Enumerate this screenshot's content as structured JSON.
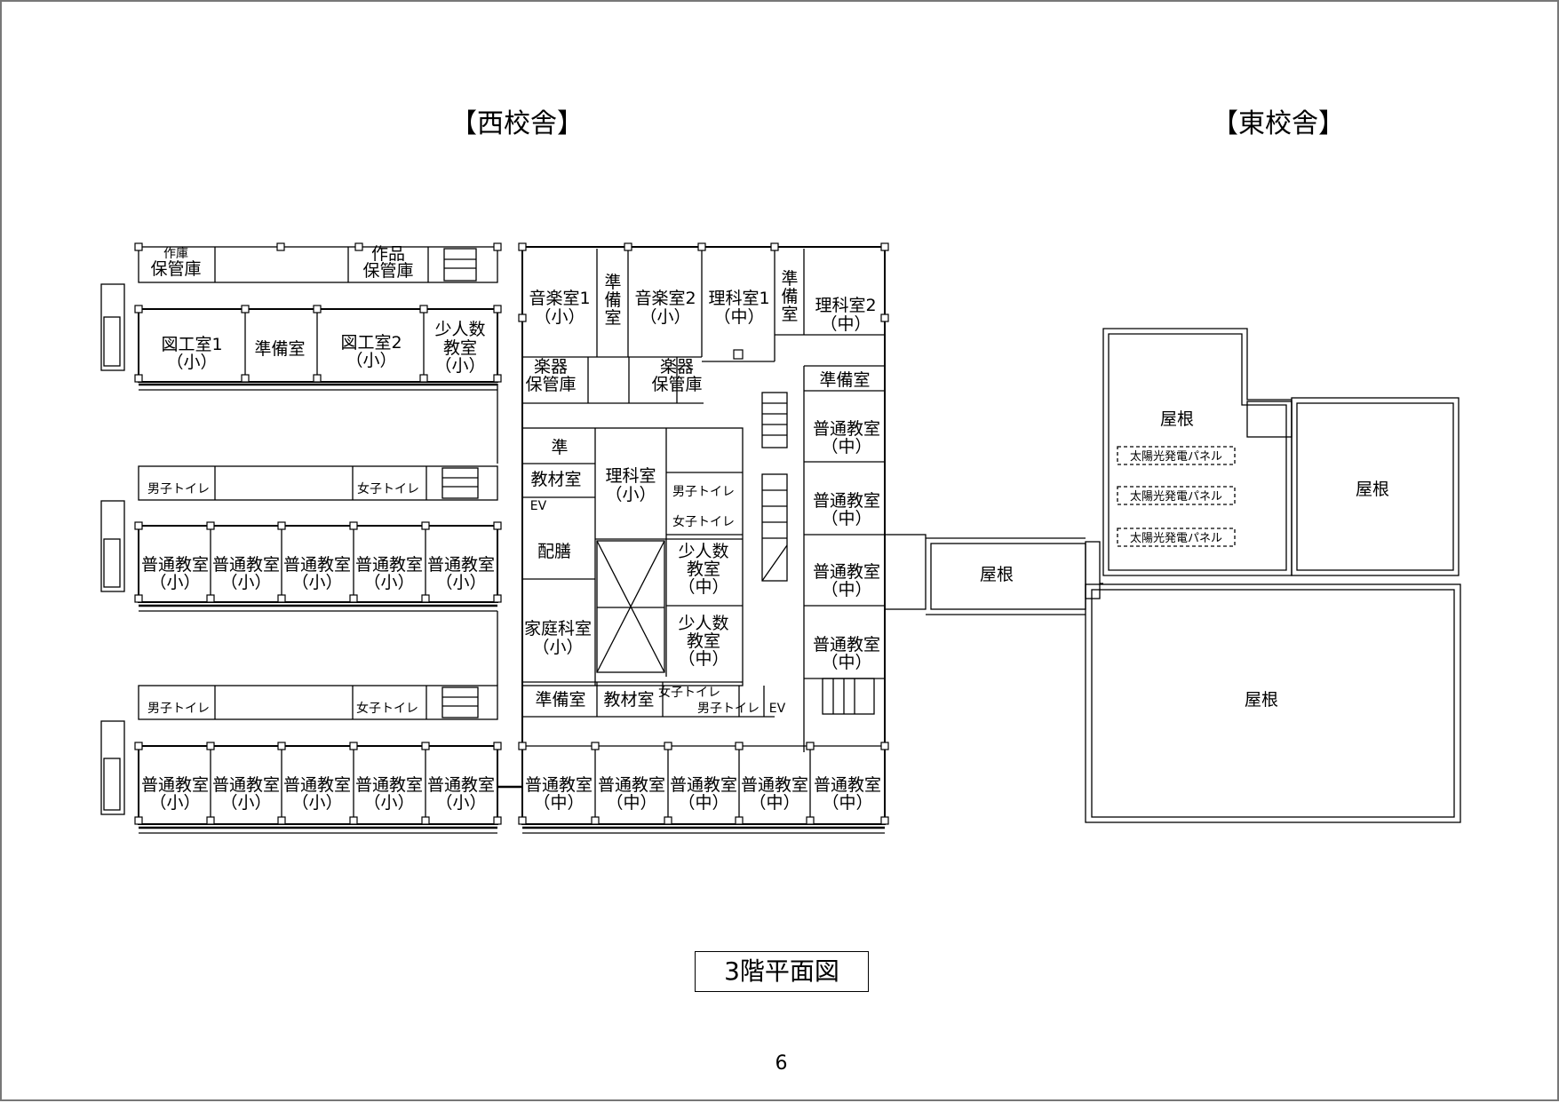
{
  "headings": {
    "west": "【西校舎】",
    "east": "【東校舎】"
  },
  "floor_title": "3階平面図",
  "page_number": "6",
  "rooms": {
    "sakuhin1": [
      "作庫",
      "保管庫"
    ],
    "sakuhin2": [
      "作品",
      "保管庫"
    ],
    "zukou1": [
      "図工室1",
      "（小）"
    ],
    "junbi_zukou": [
      "準備室"
    ],
    "zukou2": [
      "図工室2",
      "（小）"
    ],
    "shoninzu_top": [
      "少人数",
      "教室",
      "（小）"
    ],
    "danshi_toilet": "男子トイレ",
    "joshi_toilet": "女子トイレ",
    "futsu_sho": [
      "普通教室",
      "（小）"
    ],
    "futsu_chu": [
      "普通教室",
      "（中）"
    ],
    "ongaku1": [
      "音楽室1",
      "（小）"
    ],
    "jun_vertical": [
      "準",
      "備",
      "室"
    ],
    "ongaku2": [
      "音楽室2",
      "（小）"
    ],
    "rika1": [
      "理科室1",
      "（中）"
    ],
    "rika2": [
      "理科室2",
      "（中）"
    ],
    "gakki": [
      "楽器",
      "保管庫"
    ],
    "junbi_short": "準",
    "junbishitsu": "準備室",
    "kyozai": "教材室",
    "rika_sho": [
      "理科室",
      "（小）"
    ],
    "ev": "EV",
    "haizen": "配膳",
    "shoninzu_chu": [
      "少人数",
      "教室",
      "（中）"
    ],
    "katei": [
      "家庭科室",
      "（小）"
    ],
    "kyozai2": "教材室",
    "yane": "屋根",
    "solar": "太陽光発電パネル"
  }
}
